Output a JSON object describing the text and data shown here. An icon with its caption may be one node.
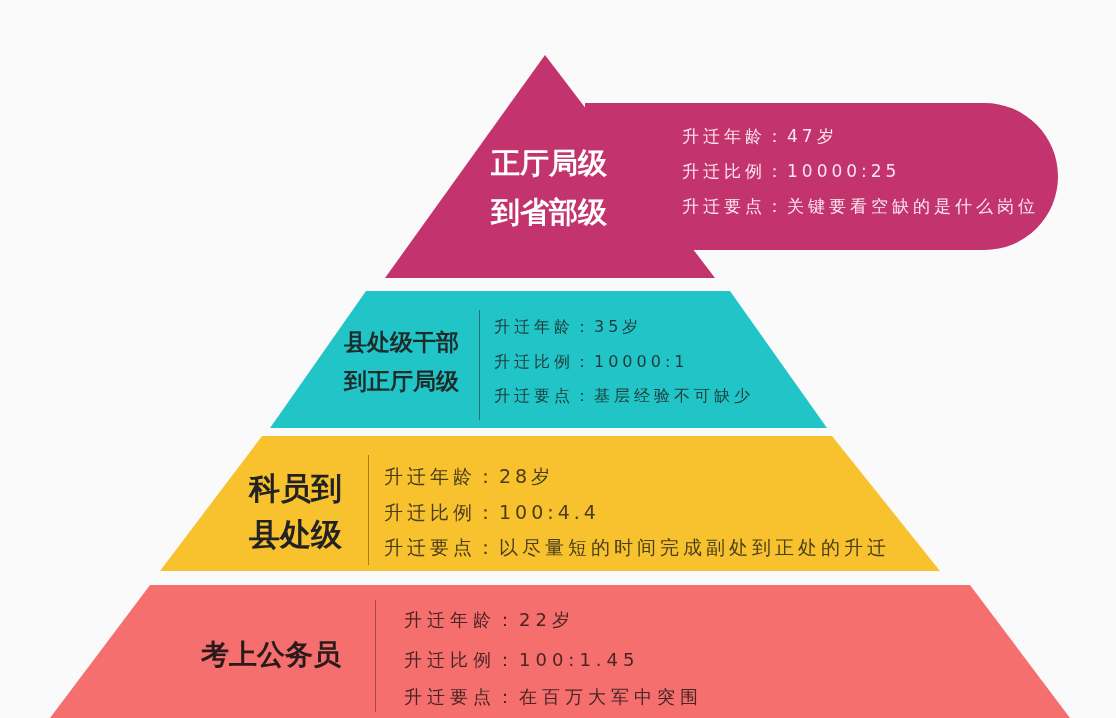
{
  "diagram": {
    "nodes": [
      {
        "text": [
          "正厅局级到省部级",
          "升迁年龄：47岁",
          "升迁比例：10000:25",
          "升迁要点：关键要看空缺的是什么岗位"
        ]
      },
      {
        "text": [
          "县处级干部到正厅局级",
          "升迁年龄：35岁",
          "升迁比例：10000:1",
          "升迁要点：基层经验不可缺少"
        ]
      },
      {
        "text": [
          "科员到县处级",
          "升迁年龄：28岁",
          "升迁比例：100:4.4",
          "升迁要点：以尽量短的时间完成副处到正处的升迁"
        ]
      },
      {
        "text": [
          "考上公务员",
          "升迁年龄：22岁",
          "升迁比例：100:1.45",
          "升迁要点：在百万大军中突围"
        ]
      }
    ]
  }
}
